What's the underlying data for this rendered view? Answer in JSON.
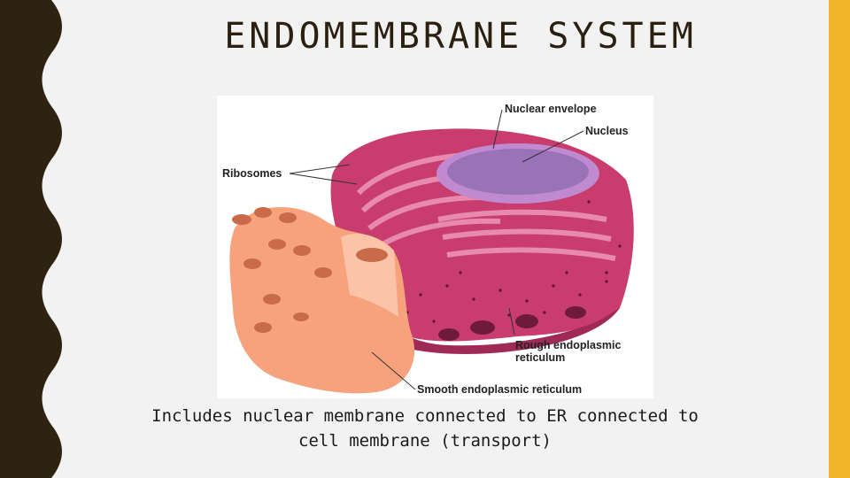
{
  "slide": {
    "title": "ENDOMEMBRANE SYSTEM",
    "caption_line1": "Includes nuclear membrane connected to ER connected to",
    "caption_line2": "cell membrane (transport)"
  },
  "figure": {
    "labels": {
      "nuclear_envelope": "Nuclear envelope",
      "nucleus": "Nucleus",
      "ribosomes": "Ribosomes",
      "rough_er_line1": "Rough endoplasmic",
      "rough_er_line2": "reticulum",
      "smooth_er": "Smooth endoplasmic reticulum"
    }
  },
  "colors": {
    "left_border": "#2e2211",
    "right_accent": "#f2b52a",
    "background": "#f2f2f2",
    "rough_er": "#c83d6e",
    "smooth_er": "#f6a27c",
    "nucleus": "#9a72b8"
  }
}
